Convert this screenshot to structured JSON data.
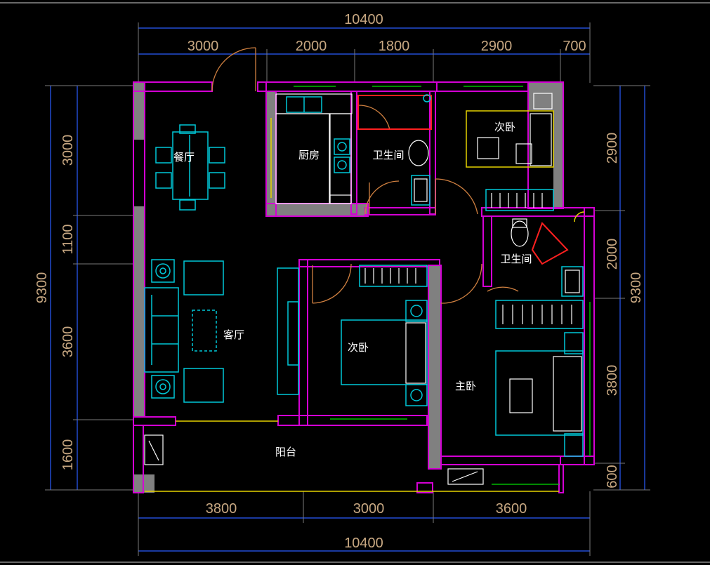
{
  "rooms": {
    "dining": "餐厅",
    "kitchen": "厨房",
    "bath_top": "卫生间",
    "bath_right": "卫生间",
    "bed_top_right": "次卧",
    "living": "客厅",
    "bed_center": "次卧",
    "master": "主卧",
    "balcony": "阳台"
  },
  "dimensions": {
    "top_total": "10400",
    "top_segments": [
      "3000",
      "2000",
      "1800",
      "2900",
      "700"
    ],
    "bottom_segments": [
      "3800",
      "3000",
      "3600"
    ],
    "bottom_total": "10400",
    "left_total": "9300",
    "left_segments": [
      "3000",
      "1100",
      "3600",
      "1600"
    ],
    "right_segments": [
      "2900",
      "2000",
      "3800",
      "600"
    ],
    "right_total": "9300"
  },
  "colors": {
    "background": "#000000",
    "walls": "#808080",
    "wall_outline": "#d400d4",
    "dimension_text": "#c8a882",
    "dimension_lines": "#2a5cff",
    "furniture": "#00c8d8",
    "windows": "#00e000"
  }
}
